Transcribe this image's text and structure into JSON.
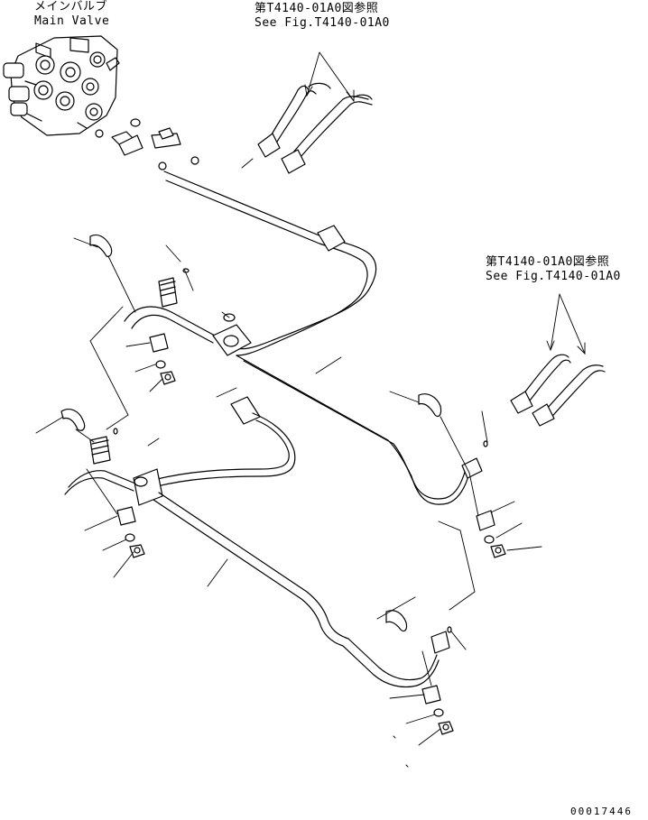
{
  "labels": {
    "main_valve_jp": "メインバルブ",
    "main_valve_en": "Main Valve",
    "ref_top_jp": "第T4140-01A0図参照",
    "ref_top_en": "See Fig.T4140-01A0",
    "ref_right_jp": "第T4140-01A0図参照",
    "ref_right_en": "See Fig.T4140-01A0",
    "drawing_number": "00017446"
  }
}
